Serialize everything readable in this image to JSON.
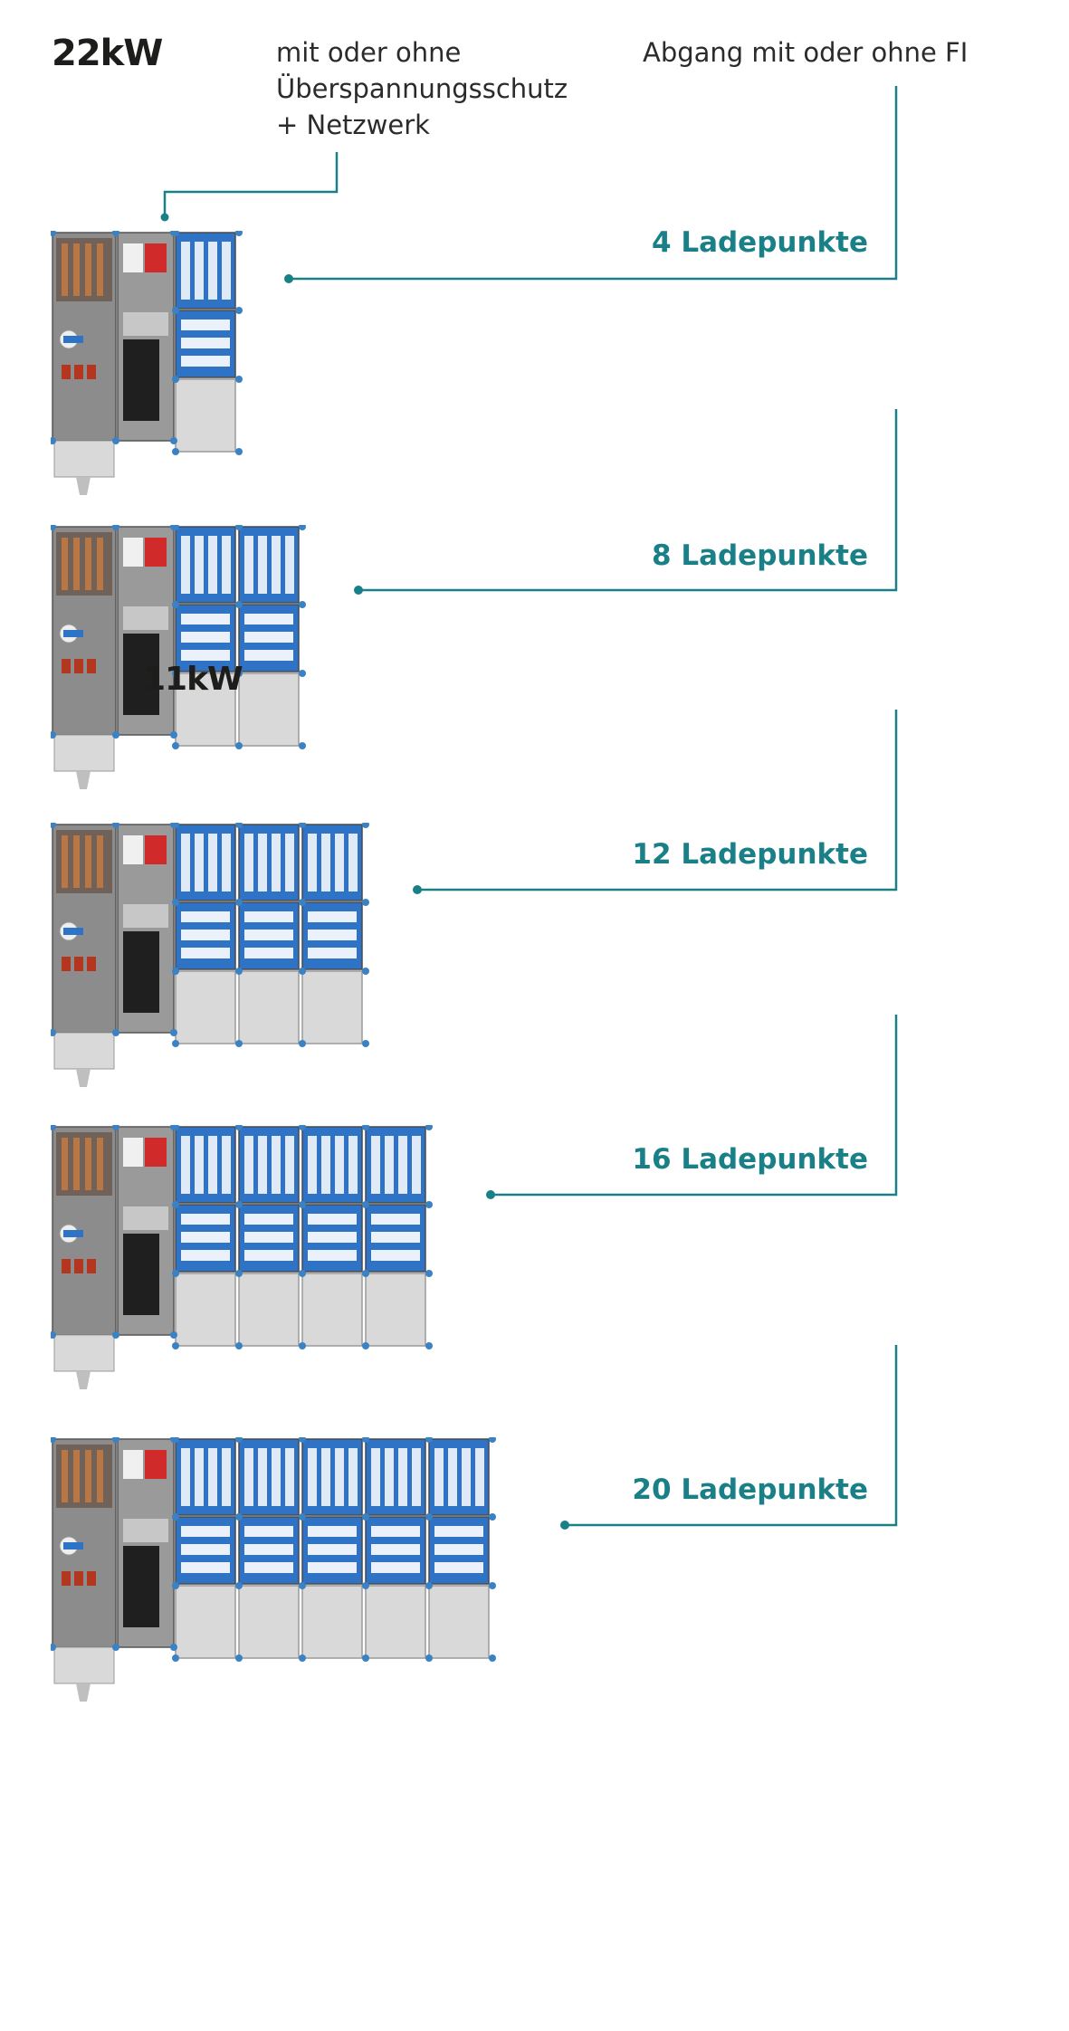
{
  "header": {
    "power_title": "22kW",
    "surge_note": [
      "mit oder ohne",
      "Überspannungsschutz",
      "+ Netzwerk"
    ],
    "outlet_note": "Abgang mit oder ohne FI"
  },
  "overlay_label": "11kW",
  "configurations": [
    {
      "label": "4 Ladepunkte",
      "charging_points": 4,
      "modules": 1
    },
    {
      "label": "8 Ladepunkte",
      "charging_points": 8,
      "modules": 2
    },
    {
      "label": "12 Ladepunkte",
      "charging_points": 12,
      "modules": 3
    },
    {
      "label": "16 Ladepunkte",
      "charging_points": 16,
      "modules": 4
    },
    {
      "label": "20 Ladepunkte",
      "charging_points": 20,
      "modules": 5
    }
  ],
  "colors": {
    "accent": "#1a8088",
    "module_blue": "#2f73c6",
    "housing_grey": "#d9d9d9",
    "dark_panel": "#3a3a3a",
    "connector_dot": "#3b82c4"
  }
}
